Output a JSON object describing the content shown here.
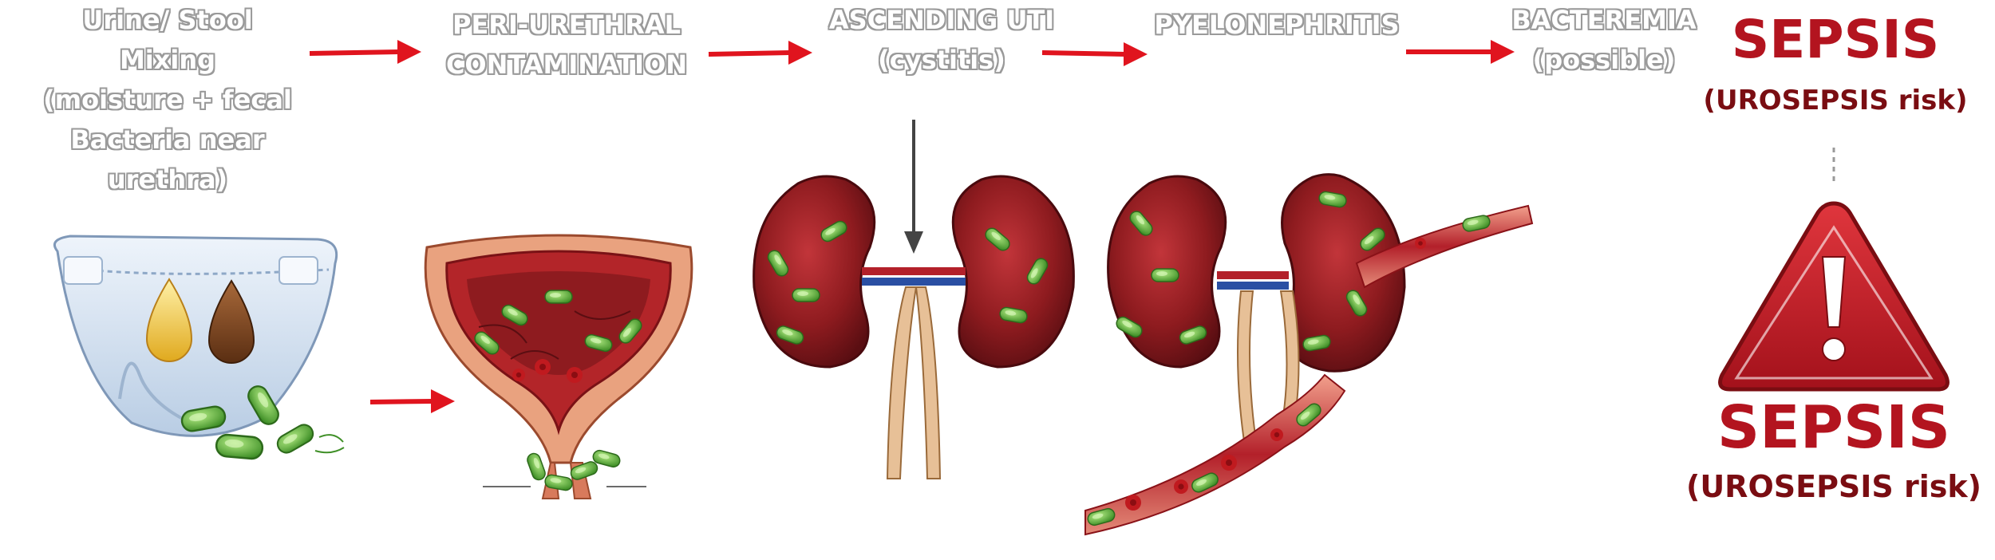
{
  "step1": {
    "lines": [
      "Urine/ Stool",
      "Mixing",
      "(moisture + fecal",
      "Bacteria near",
      "urethra)"
    ],
    "icon": "diaper-with-drops-and-bacteria-icon"
  },
  "step2": {
    "lines": [
      "PERI-URETHRAL",
      "CONTAMINATION"
    ],
    "icon": "bladder-cross-section-icon"
  },
  "step3": {
    "lines": [
      "ASCENDING UTI",
      "(cystitis)"
    ],
    "icon": "kidneys-icon"
  },
  "step4": {
    "lines": [
      "PYELONEPHRITIS"
    ],
    "icon": "infected-kidneys-with-blood-vessel-icon"
  },
  "step5": {
    "lines": [
      "BACTEREMIA",
      "(possible)"
    ]
  },
  "sepsis_top": {
    "title": "SEPSIS",
    "subtitle": "(UROSEPSIS risk)"
  },
  "warning": {
    "icon": "warning-triangle-icon"
  },
  "sepsis_bottom": {
    "title": "SEPSIS",
    "subtitle": "(UROSEPSIS risk)"
  },
  "colors": {
    "arrow": "#e0141e",
    "sepsis": "#b3141f",
    "tissue": "#8e1b1f",
    "bacteria": "#5cb83a"
  }
}
